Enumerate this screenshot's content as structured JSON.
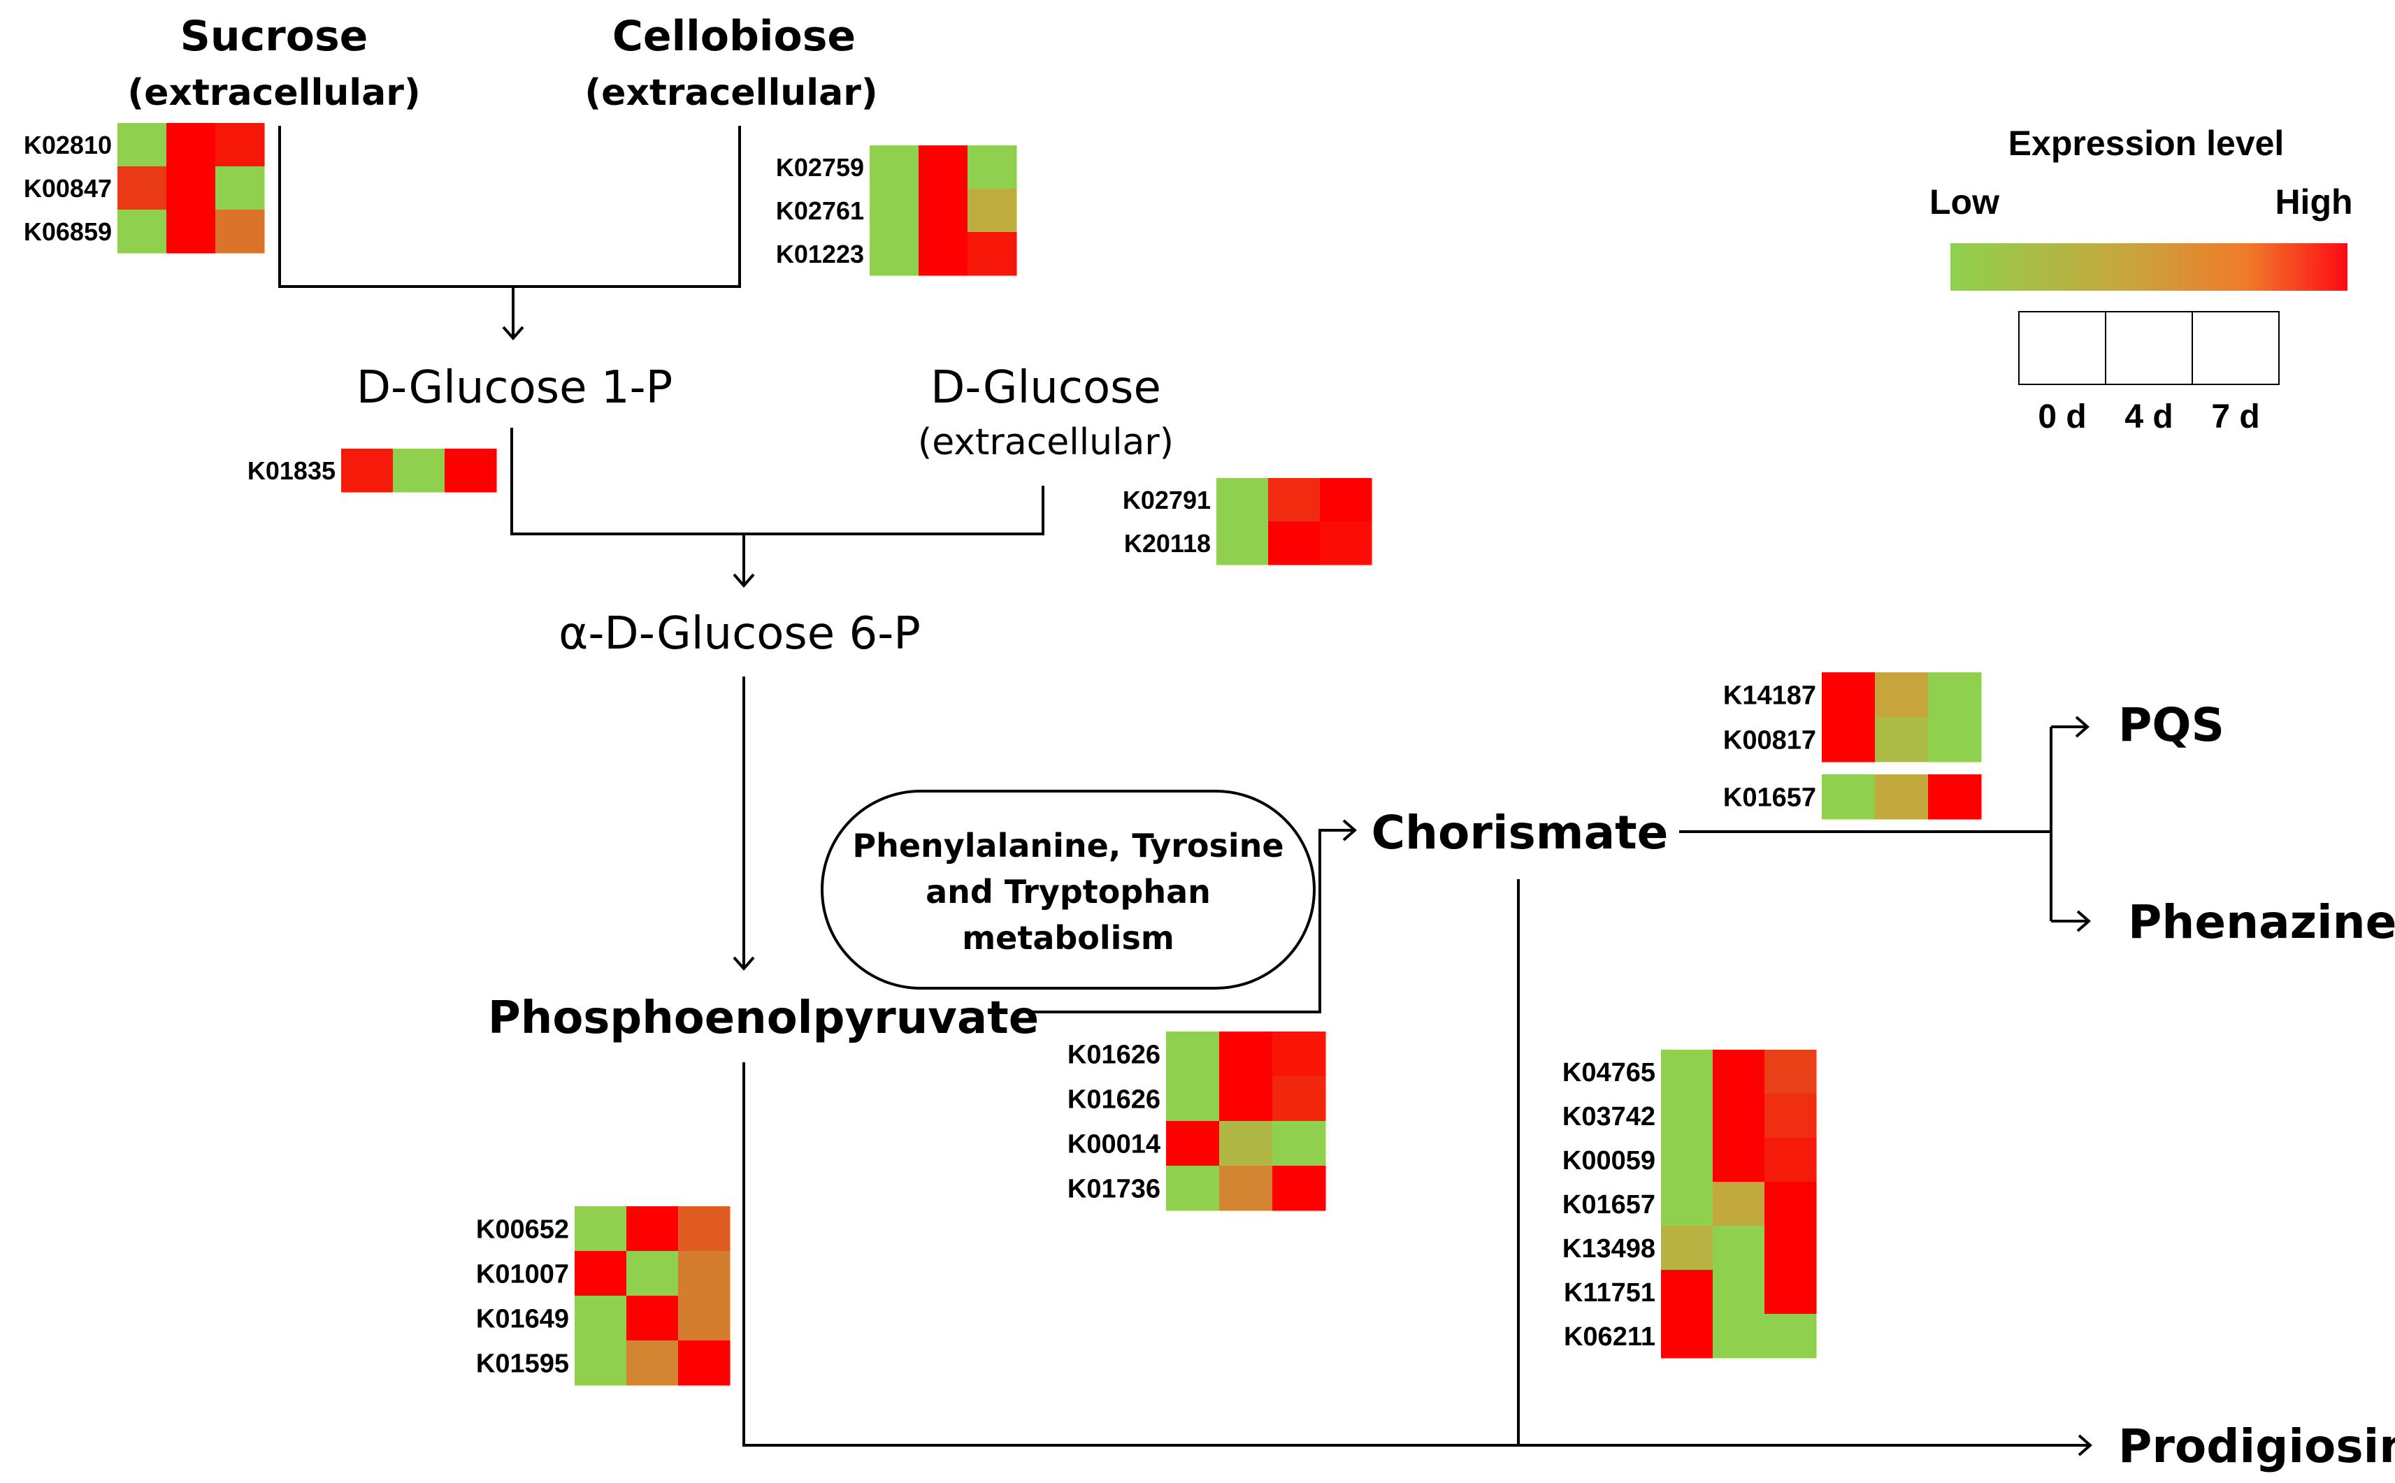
{
  "colors": {
    "low": "#8fd14f",
    "mid": "#c8a53c",
    "high": "#ff0000"
  },
  "legend": {
    "title": "Expression level",
    "low_label": "Low",
    "high_label": "High",
    "timepoints": [
      "0 d",
      "4 d",
      "7 d"
    ]
  },
  "metabolites": {
    "sucrose": "Sucrose",
    "sucrose_sub": "(extracellular)",
    "cellobiose": "Cellobiose",
    "cellobiose_sub": "(extracellular)",
    "glucose1p": "D-Glucose 1-P",
    "dglucose": "D-Glucose",
    "dglucose_sub": "(extracellular)",
    "glucose6p": "α-D-Glucose 6-P",
    "pep": "Phosphoenolpyruvate",
    "chorismate": "Chorismate",
    "pqs": "PQS",
    "phenazine": "Phenazine",
    "prodigiosin": "Prodigiosin"
  },
  "pathway_box": {
    "lines": [
      "Phenylalanine, Tyrosine",
      "and Tryptophan",
      "metabolism"
    ]
  },
  "heatmaps": {
    "sucrose": {
      "rows": [
        {
          "id": "K02810",
          "levels": [
            0.0,
            1.0,
            0.93
          ]
        },
        {
          "id": "K00847",
          "levels": [
            0.82,
            1.0,
            0.0
          ]
        },
        {
          "id": "K06859",
          "levels": [
            0.0,
            1.0,
            0.65
          ]
        }
      ]
    },
    "cellobiose": {
      "rows": [
        {
          "id": "K02759",
          "levels": [
            0.0,
            1.0,
            0.0
          ]
        },
        {
          "id": "K02761",
          "levels": [
            0.0,
            1.0,
            0.42
          ]
        },
        {
          "id": "K01223",
          "levels": [
            0.0,
            1.0,
            0.93
          ]
        }
      ]
    },
    "glucose1p": {
      "rows": [
        {
          "id": "K01835",
          "levels": [
            0.92,
            0.0,
            1.0
          ]
        }
      ]
    },
    "dglucose": {
      "rows": [
        {
          "id": "K02791",
          "levels": [
            0.0,
            0.87,
            1.0
          ]
        },
        {
          "id": "K20118",
          "levels": [
            0.0,
            1.0,
            0.96
          ]
        }
      ]
    },
    "chorismate_top": {
      "rows": [
        {
          "id": "K14187",
          "levels": [
            1.0,
            0.5,
            0.0
          ]
        },
        {
          "id": "K00817",
          "levels": [
            1.0,
            0.25,
            0.0
          ]
        }
      ]
    },
    "chorismate_k01657": {
      "rows": [
        {
          "id": "K01657",
          "levels": [
            0.0,
            0.45,
            1.0
          ]
        }
      ]
    },
    "shikimate": {
      "rows": [
        {
          "id": "K01626",
          "levels": [
            0.0,
            1.0,
            0.94
          ]
        },
        {
          "id": "K01626",
          "levels": [
            0.0,
            1.0,
            0.88
          ]
        },
        {
          "id": "K00014",
          "levels": [
            1.0,
            0.3,
            0.0
          ]
        },
        {
          "id": "K01736",
          "levels": [
            0.0,
            0.6,
            1.0
          ]
        }
      ]
    },
    "pep": {
      "rows": [
        {
          "id": "K00652",
          "levels": [
            0.0,
            1.0,
            0.72
          ]
        },
        {
          "id": "K01007",
          "levels": [
            1.0,
            0.0,
            0.62
          ]
        },
        {
          "id": "K01649",
          "levels": [
            0.0,
            1.0,
            0.62
          ]
        },
        {
          "id": "K01595",
          "levels": [
            0.0,
            0.6,
            1.0
          ]
        }
      ]
    },
    "prodigiosin": {
      "rows": [
        {
          "id": "K04765",
          "levels": [
            0.0,
            1.0,
            0.8
          ]
        },
        {
          "id": "K03742",
          "levels": [
            0.0,
            1.0,
            0.86
          ]
        },
        {
          "id": "K00059",
          "levels": [
            0.0,
            1.0,
            0.92
          ]
        },
        {
          "id": "K01657",
          "levels": [
            0.0,
            0.45,
            1.0
          ]
        },
        {
          "id": "K13498",
          "levels": [
            0.35,
            0.0,
            1.0
          ]
        },
        {
          "id": "K11751",
          "levels": [
            1.0,
            0.0,
            1.0
          ]
        },
        {
          "id": "K06211",
          "levels": [
            1.0,
            0.0,
            0.0
          ]
        }
      ]
    }
  }
}
